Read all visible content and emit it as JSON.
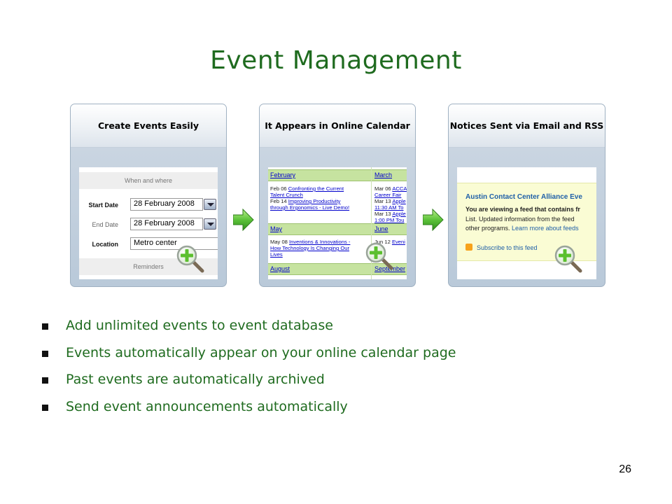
{
  "slide": {
    "title": "Event Management",
    "page_number": "26",
    "accent_color": "#1f6b1f"
  },
  "panels": [
    {
      "heading": "Create Events Easily",
      "form": {
        "section_header": "When and where",
        "start_date_label": "Start Date",
        "start_date_value": "28 February 2008",
        "end_date_label": "End Date",
        "end_date_value": "28 February 2008",
        "location_label": "Location",
        "location_value": "Metro center",
        "footer_section": "Reminders"
      }
    },
    {
      "heading": "It Appears in Online Calendar",
      "calendar": {
        "months": [
          "February",
          "March",
          "May",
          "June",
          "August",
          "September"
        ],
        "entries": {
          "feb_line1_prefix": "Feb 06",
          "feb_line1_link": "Confronting the Current",
          "feb_line2_link": "Talent Crunch",
          "feb_line3_prefix": "Feb 14",
          "feb_line3_link": "Improving Productivity",
          "feb_line4_link": "through Ergonomics - Live Demo!",
          "mar_line1_prefix": "Mar 06",
          "mar_line1_link": "ACCA",
          "mar_line2_link": "Career Fair",
          "mar_line3_prefix": "Mar 13",
          "mar_line3_link": "Apple",
          "mar_line4_link": "11:30 AM To",
          "mar_line5_prefix": "Mar 13",
          "mar_line5_link": "Apple",
          "mar_line6_link": "1:00 PM Tou",
          "may_line1_prefix": "May 08",
          "may_line1_link": "Inventions & Innovations -",
          "may_line2_link": "How Technology Is Changing Our",
          "may_line3_link": "Lives",
          "jun_line1_prefix": "Jun 12",
          "jun_line1_link": "Eveni"
        }
      }
    },
    {
      "heading": "Notices Sent via Email and RSS",
      "feed": {
        "title": "Austin Contact Center Alliance Eve",
        "bold_line": "You are viewing a feed that contains fr",
        "line1": "List. Updated information from the feed",
        "line2_prefix": "other programs.",
        "line2_link": "Learn more about feeds",
        "subscribe": "Subscribe to this feed"
      }
    }
  ],
  "bullets": [
    "Add unlimited events to event database",
    "Events automatically appear on your online calendar page",
    "Past events are automatically archived",
    "Send event announcements automatically"
  ],
  "icons": {
    "zoom": "zoom-in-magnifier-icon",
    "arrow": "right-arrow-icon",
    "rss": "rss-feed-icon"
  }
}
